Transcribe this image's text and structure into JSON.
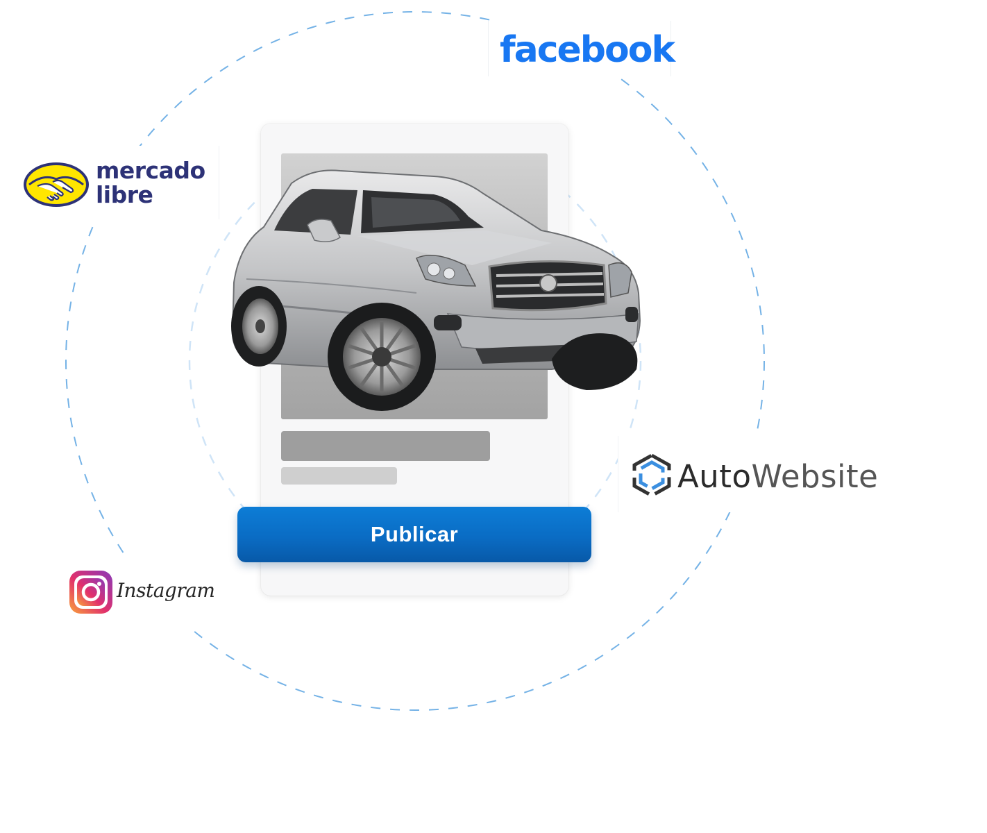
{
  "brands": {
    "facebook": {
      "label": "facebook",
      "color": "#1877f2"
    },
    "mercadolibre": {
      "line1": "mercado",
      "line2": "libre",
      "logo_icon": "handshake-icon",
      "colors": {
        "yellow": "#ffe600",
        "navy": "#2d3277"
      }
    },
    "autowebsite": {
      "part1": "Auto",
      "part2": "Website",
      "logo_icon": "hexagon-icon",
      "colors": {
        "dark": "#333333",
        "blue": "#3b8fe0"
      }
    },
    "instagram": {
      "label": "Instagram",
      "logo_icon": "camera-icon"
    }
  },
  "card": {
    "image_icon": "car-icon",
    "publish_label": "Publicar",
    "publish_color": "#0a6cc4"
  },
  "rings": {
    "color": "#74b2e6"
  }
}
